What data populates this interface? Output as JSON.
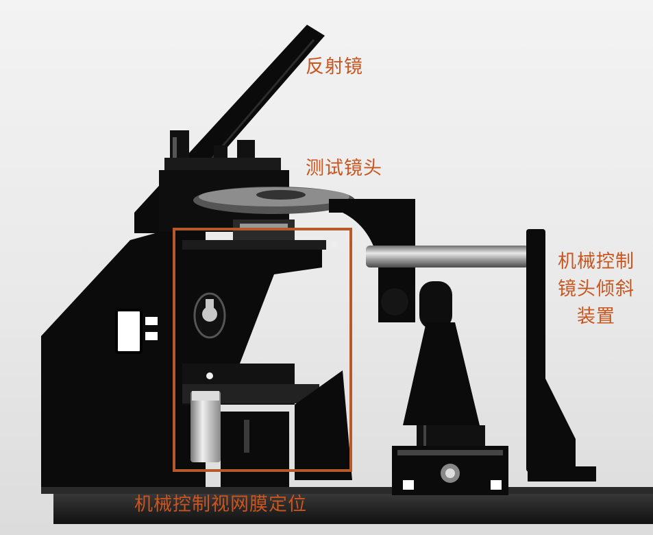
{
  "labels": {
    "mirror": "反射镜",
    "test_lens": "测试镜头",
    "tilt_device": [
      "机械控制",
      "镜头倾斜",
      "装置"
    ],
    "retina_positioning": "机械控制视网膜定位"
  },
  "colors": {
    "label": "#c9551f",
    "highlight_box": "#b65a2a",
    "machine": "#0b0b0b",
    "base": "#1e1e1e",
    "metal": "#bcbcbc"
  }
}
